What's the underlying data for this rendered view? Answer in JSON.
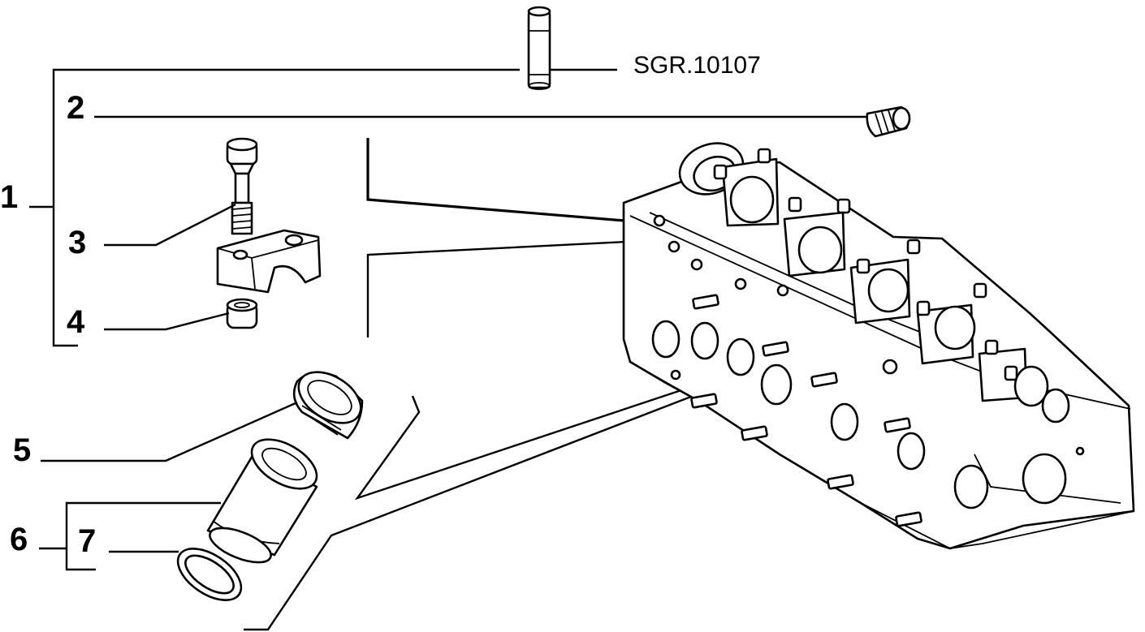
{
  "reference_code": "SGR.10107",
  "callouts": {
    "c1": "1",
    "c2": "2",
    "c3": "3",
    "c4": "4",
    "c5": "5",
    "c6": "6",
    "c7": "7"
  },
  "parts": [
    {
      "id": "valve-guide",
      "icon": "valve-guide-icon"
    },
    {
      "id": "plug",
      "icon": "plug-icon"
    },
    {
      "id": "bolt",
      "icon": "bolt-icon"
    },
    {
      "id": "camshaft-cap",
      "icon": "bearing-cap-icon"
    },
    {
      "id": "dowel-bush",
      "icon": "bush-icon"
    },
    {
      "id": "threaded-bush",
      "icon": "threaded-bush-icon"
    },
    {
      "id": "injector-sleeve",
      "icon": "sleeve-icon"
    },
    {
      "id": "o-ring",
      "icon": "seal-ring-icon"
    },
    {
      "id": "cylinder-head",
      "icon": "cylinder-head-icon"
    }
  ]
}
